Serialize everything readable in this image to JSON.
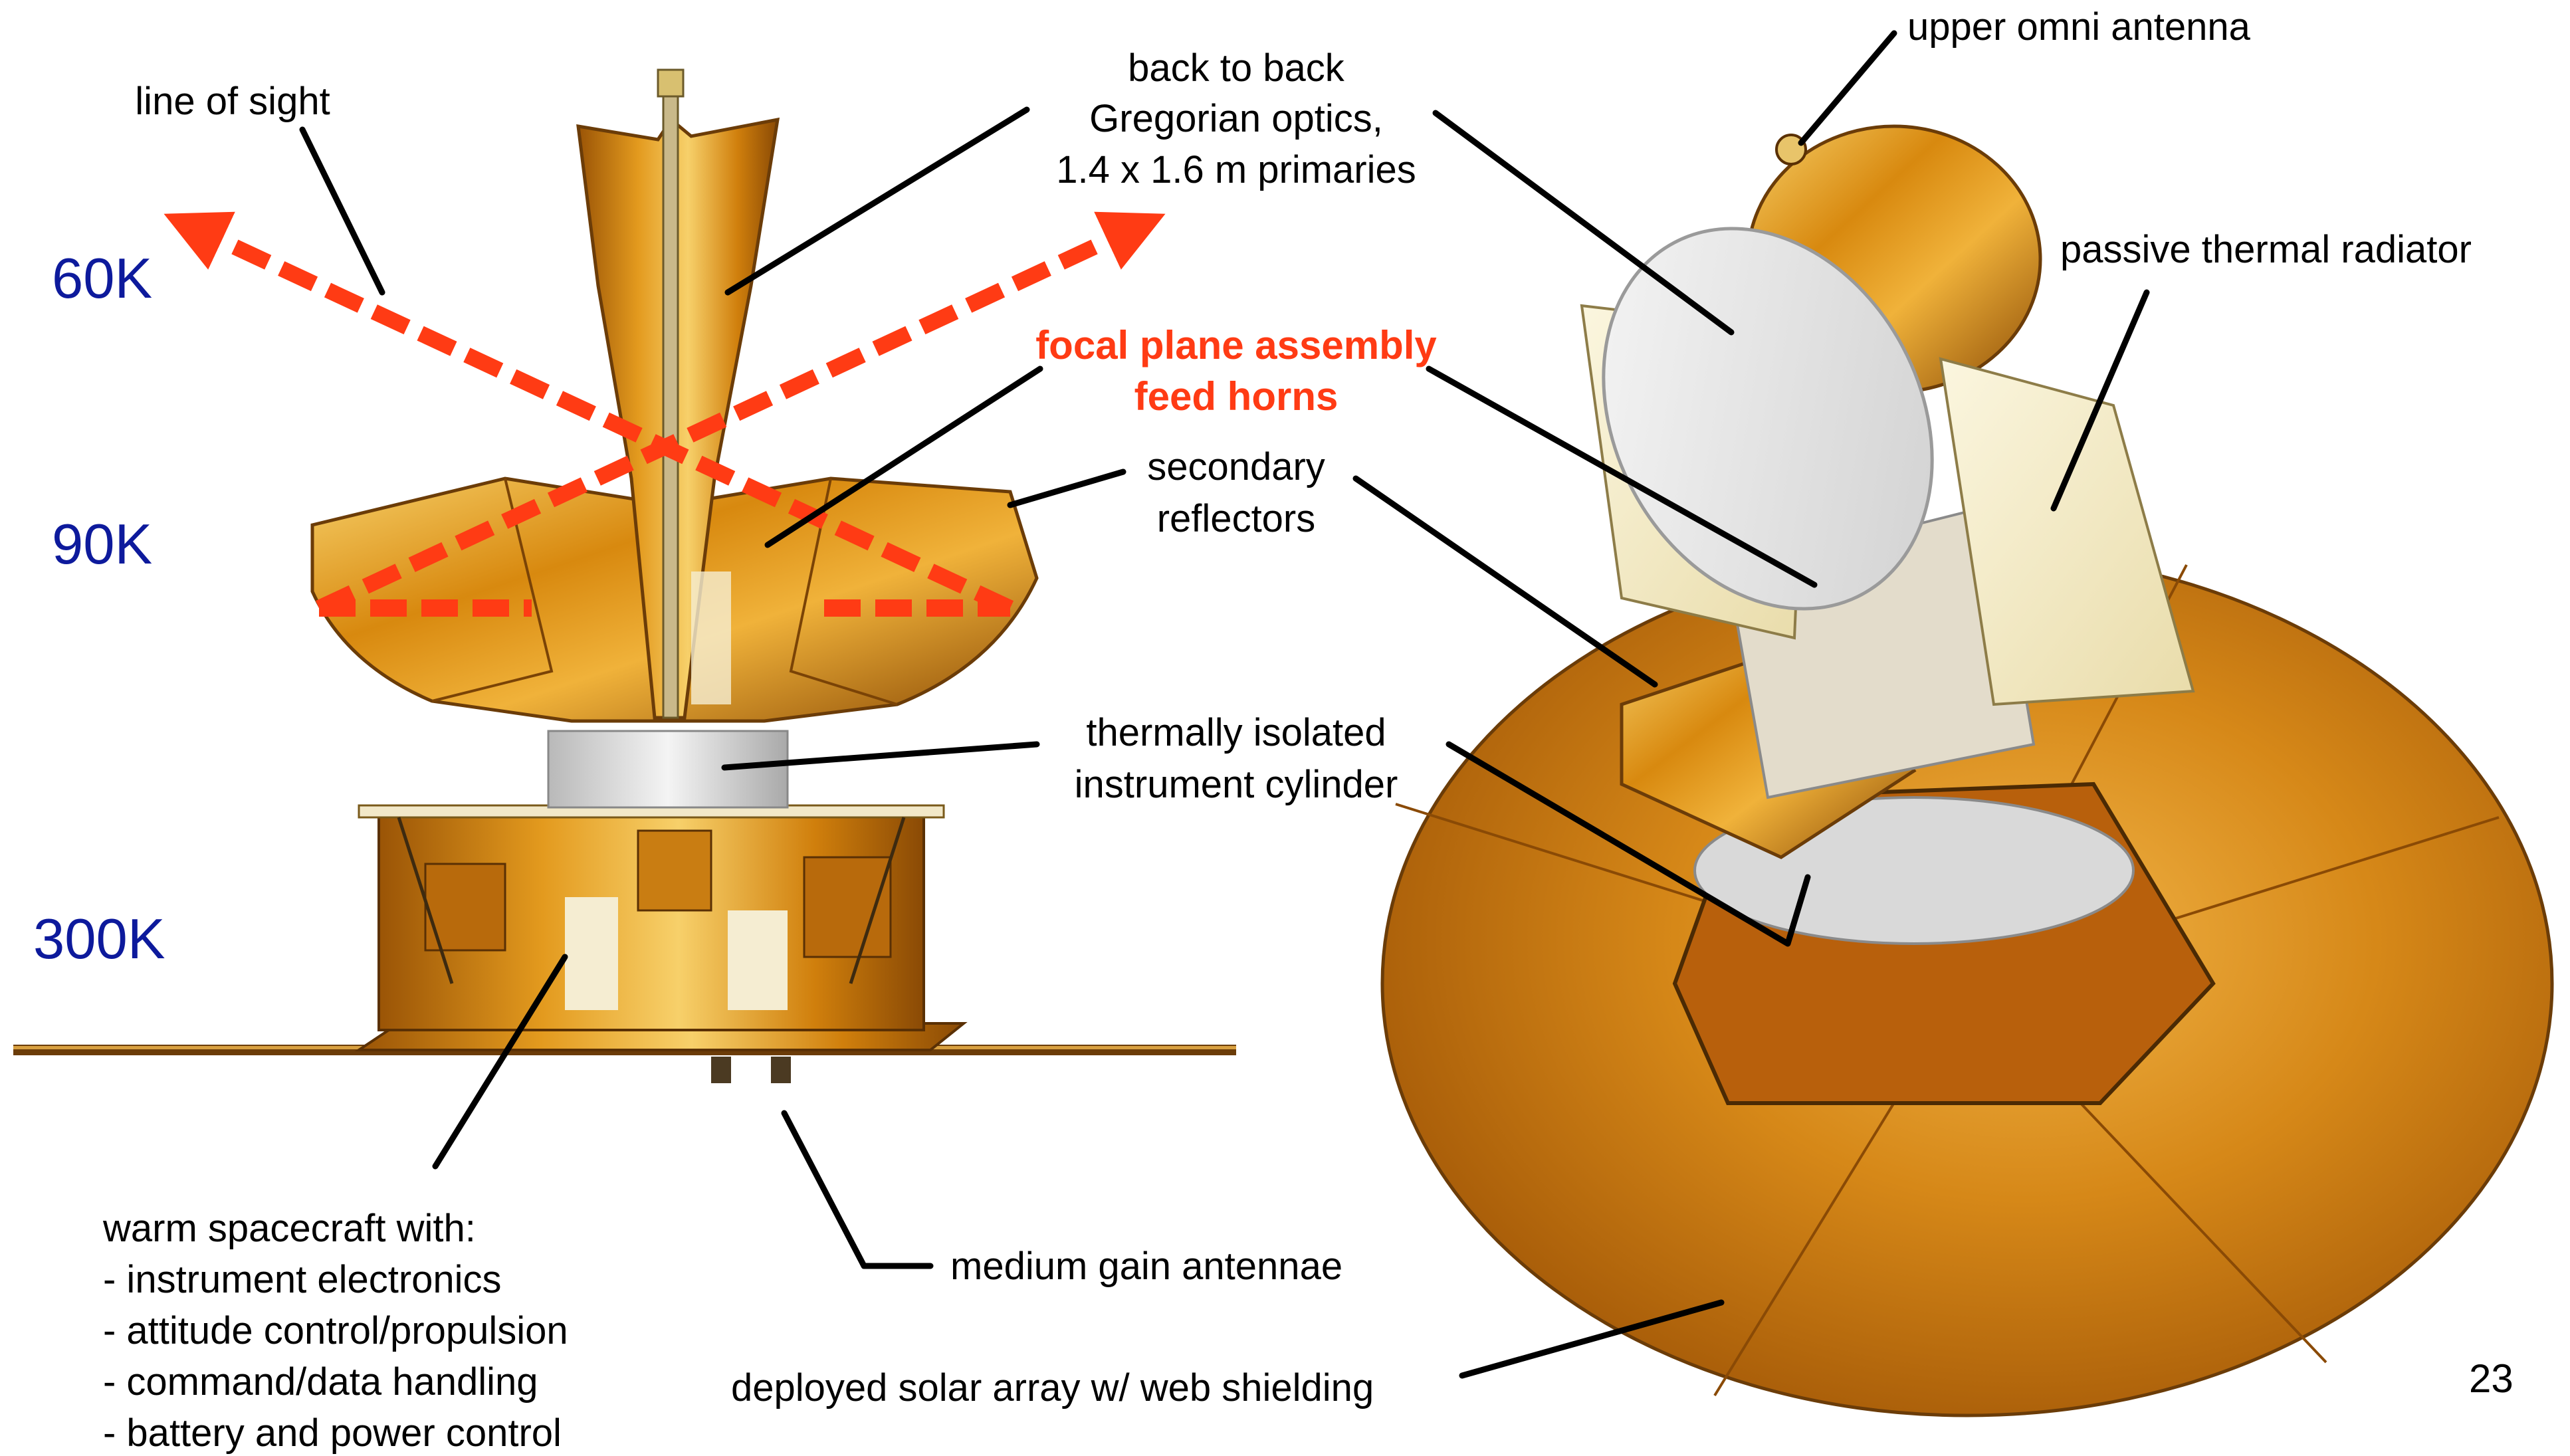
{
  "temperatures": {
    "t60": "60K",
    "t90": "90K",
    "t300": "300K"
  },
  "labels": {
    "line_of_sight": "line of sight",
    "optics": [
      "back to back",
      "Gregorian optics,",
      "1.4 x 1.6 m primaries"
    ],
    "focal_plane": [
      "focal plane assembly",
      "feed horns"
    ],
    "secondary": [
      "secondary",
      "reflectors"
    ],
    "cylinder": [
      "thermally isolated",
      "instrument cylinder"
    ],
    "medium_gain": "medium gain antennae",
    "solar_array": "deployed solar array w/ web shielding",
    "upper_omni": "upper omni antenna",
    "radiator": "passive thermal radiator",
    "warm_title": "warm spacecraft with:",
    "warm_items": [
      "- instrument electronics",
      "- attitude control/propulsion",
      "- command/data handling",
      "- battery and power control"
    ]
  },
  "page_number": "23",
  "colors": {
    "gold": "#d8890f",
    "gold_light": "#f4c75a",
    "gold_dark": "#8a4a05",
    "beam": "#ff3b14",
    "temperature_text": "#0d1a9c",
    "highlight_text": "#ff3b14",
    "radiator_panel": "#f7f0d2",
    "mirror": "#e6e6e6"
  }
}
